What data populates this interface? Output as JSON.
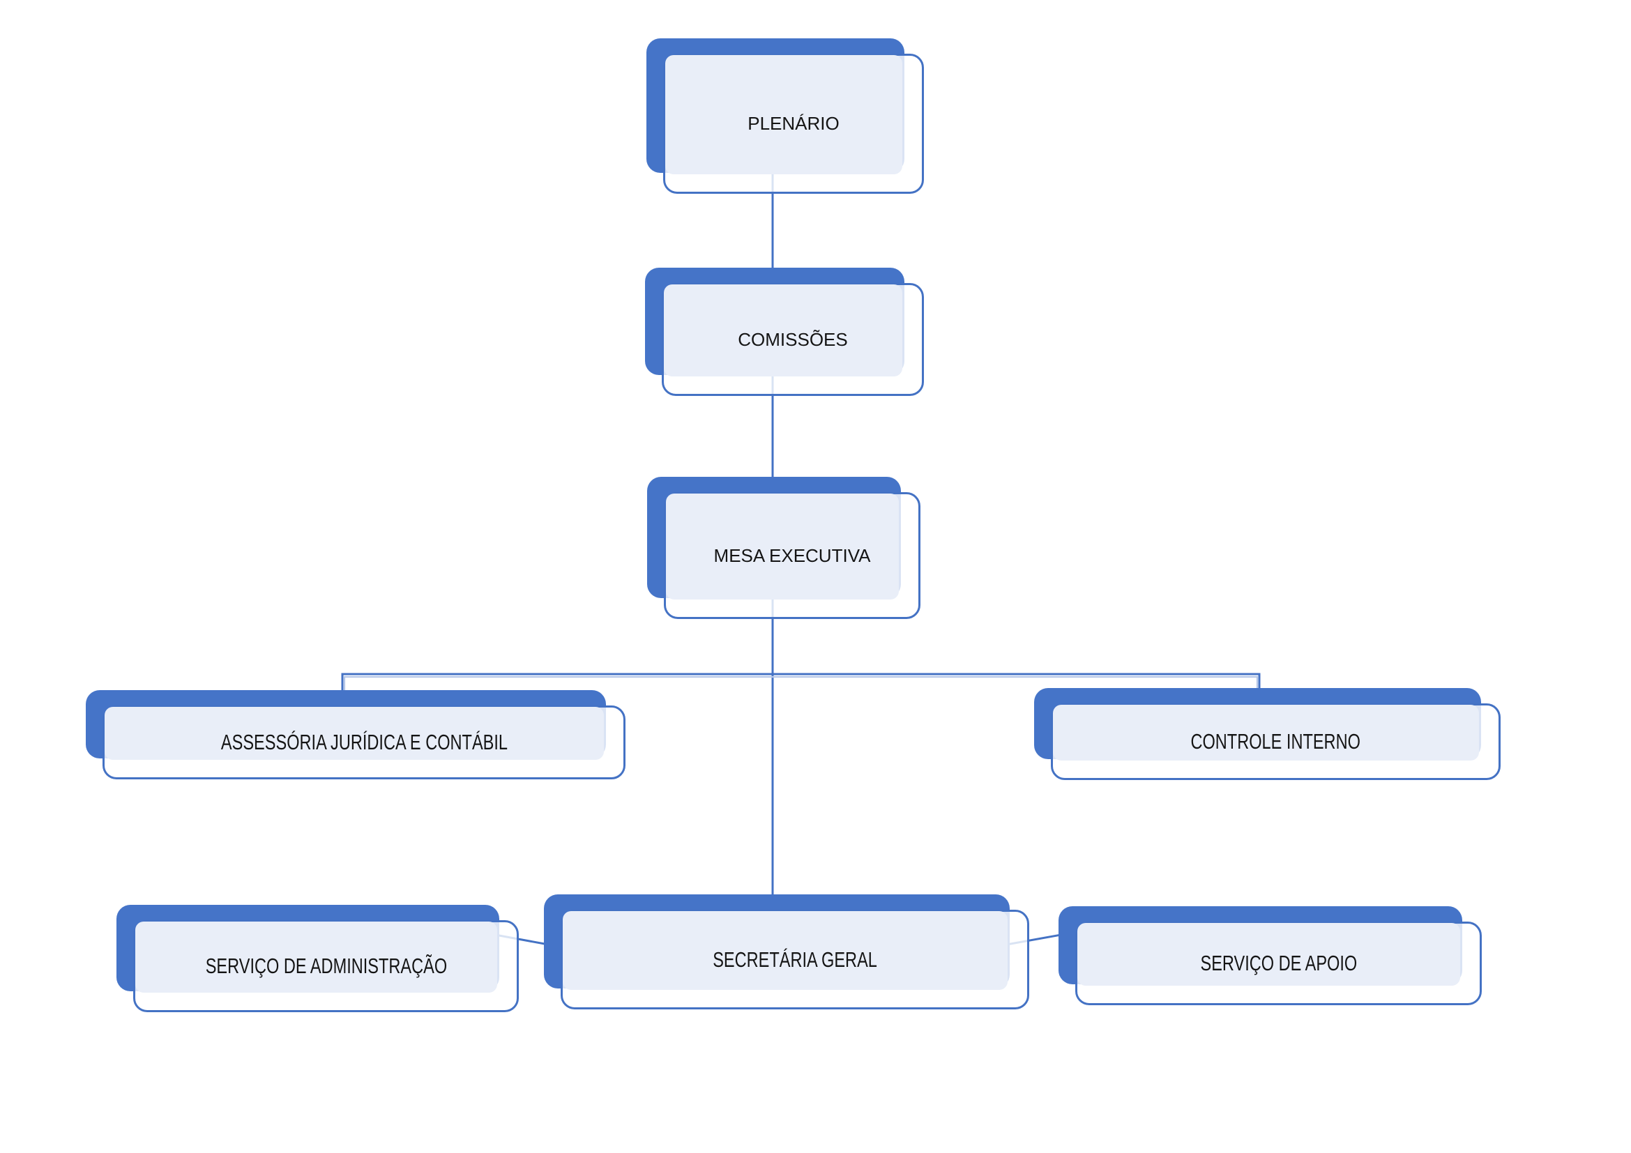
{
  "diagram": {
    "type": "org-chart",
    "nodes": [
      {
        "id": "plenario",
        "label": "PLENÁRIO",
        "level": 1
      },
      {
        "id": "comissoes",
        "label": "COMISSÕES",
        "level": 2
      },
      {
        "id": "mesa-executiva",
        "label": "MESA EXECUTIVA",
        "level": 3
      },
      {
        "id": "assessoria-juridica-contabil",
        "label": "ASSESSÓRIA JURÍDICA E CONTÁBIL",
        "level": 4
      },
      {
        "id": "controle-interno",
        "label": "CONTROLE INTERNO",
        "level": 4
      },
      {
        "id": "servico-administracao",
        "label": "SERVIÇO DE ADMINISTRAÇÃO",
        "level": 5
      },
      {
        "id": "secretaria-geral",
        "label": "SECRETÁRIA GERAL",
        "level": 5
      },
      {
        "id": "servico-apoio",
        "label": "SERVIÇO DE APOIO",
        "level": 5
      }
    ],
    "edges": [
      {
        "from": "plenario",
        "to": "comissoes"
      },
      {
        "from": "comissoes",
        "to": "mesa-executiva"
      },
      {
        "from": "mesa-executiva",
        "to": "assessoria-juridica-contabil"
      },
      {
        "from": "mesa-executiva",
        "to": "controle-interno"
      },
      {
        "from": "mesa-executiva",
        "to": "secretaria-geral"
      },
      {
        "from": "secretaria-geral",
        "to": "servico-administracao"
      },
      {
        "from": "secretaria-geral",
        "to": "servico-apoio"
      }
    ]
  },
  "colors": {
    "accent_fill": "#4574C8",
    "accent_line": "#4472C4",
    "panel_fill": "#E9EEF8",
    "connector_highlight": "#B6C7E8",
    "label_color": "#141414",
    "background": "#FFFFFF"
  }
}
